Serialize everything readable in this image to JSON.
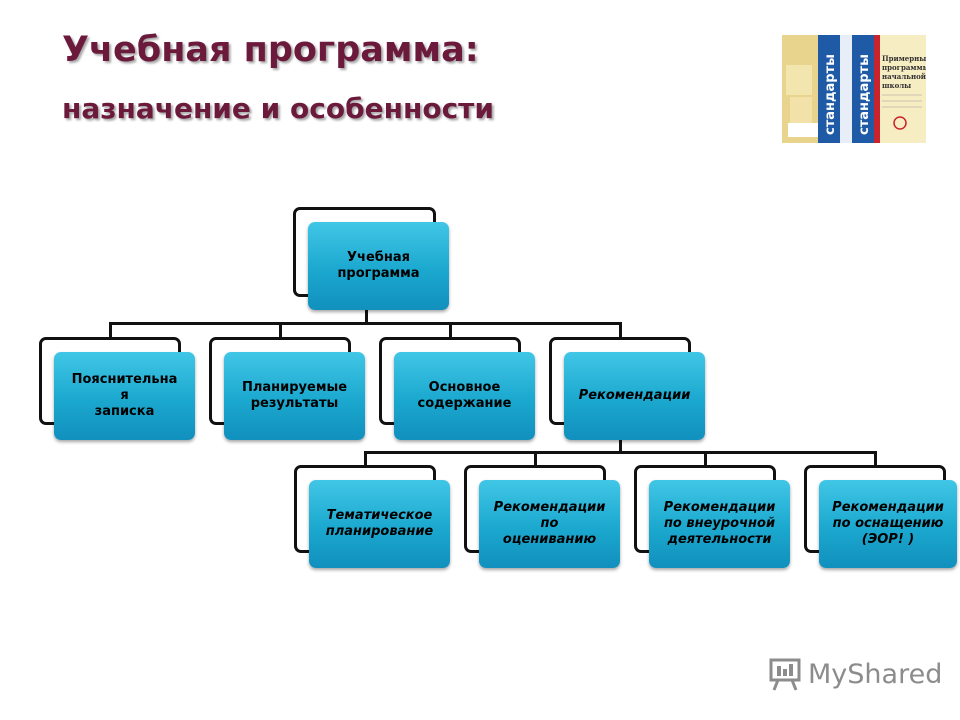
{
  "title": {
    "line1": "Учебная программа:",
    "line2": "назначение и особенности"
  },
  "book": {
    "spine_text": "стандарты",
    "cover_text": "стандарты",
    "side_lines": [
      "Примерные",
      "программы",
      "начальной",
      "школы"
    ]
  },
  "diagram": {
    "root": {
      "label": "Учебная\nпрограмма"
    },
    "level1": [
      {
        "label": "Пояснительна\nя\nзаписка"
      },
      {
        "label": "Планируемые\nрезультаты"
      },
      {
        "label": "Основное\nсодержание"
      },
      {
        "label": "Рекомендации"
      }
    ],
    "level2": [
      {
        "label": "Тематическое\nпланирование"
      },
      {
        "label": "Рекомендации\nпо\nоцениванию"
      },
      {
        "label": "Рекомендации\nпо внеурочной\nдеятельности"
      },
      {
        "label": "Рекомендации\nпо оснащению\n(ЭОР! )"
      }
    ]
  },
  "watermark": {
    "text": "MyShared",
    "icon": "presentation-board-icon"
  },
  "colors": {
    "title": "#6b1a3c",
    "node_top": "#41c6e6",
    "node_bottom": "#1190bd",
    "connector": "#111111"
  }
}
